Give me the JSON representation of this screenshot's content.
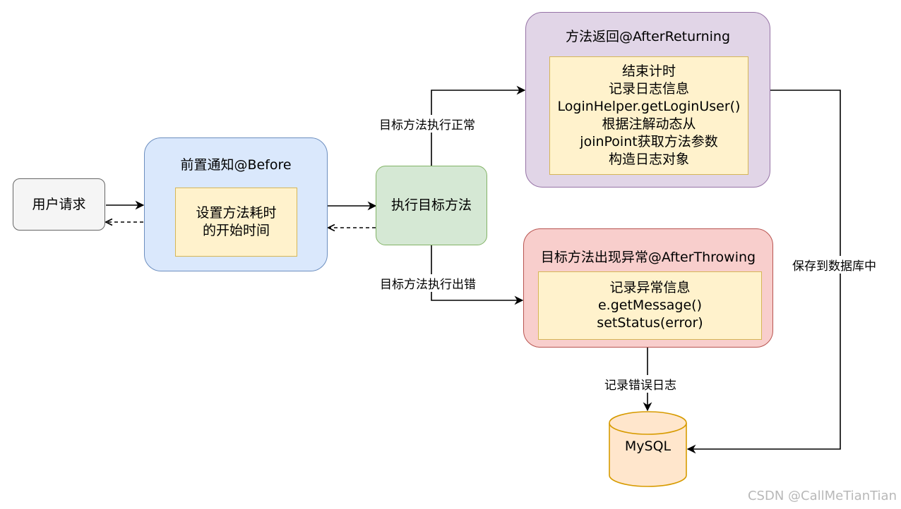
{
  "nodes": {
    "user_request": "用户请求",
    "before": {
      "title": "前置通知@Before",
      "lines": [
        "设置方法耗时",
        "的开始时间"
      ]
    },
    "execute": "执行目标方法",
    "after_returning": {
      "title": "方法返回@AfterReturning",
      "lines": [
        "结束计时",
        "记录日志信息",
        "LoginHelper.getLoginUser()",
        "根据注解动态从",
        "joinPoint获取方法参数",
        "构造日志对象"
      ]
    },
    "after_throwing": {
      "title": "目标方法出现异常@AfterThrowing",
      "lines": [
        "记录异常信息",
        "e.getMessage()",
        "setStatus(error)"
      ]
    },
    "database": "MySQL"
  },
  "edges": {
    "success": "目标方法执行正常",
    "error": "目标方法执行出错",
    "save_db": "保存到数据库中",
    "record_error_log": "记录错误日志"
  },
  "watermark": "CSDN @CallMeTianTian",
  "colors": {
    "blue_fill": "#dae8fc",
    "blue_stroke": "#6c8ebf",
    "green_fill": "#d5e8d4",
    "green_stroke": "#82b366",
    "purple_fill": "#e1d5e7",
    "purple_stroke": "#9673a6",
    "red_fill": "#f8cecc",
    "red_stroke": "#b85450",
    "yellow_fill": "#fff2cc",
    "yellow_stroke": "#d6b656",
    "db_fill": "#ffe6cc",
    "db_stroke": "#d79b00"
  }
}
